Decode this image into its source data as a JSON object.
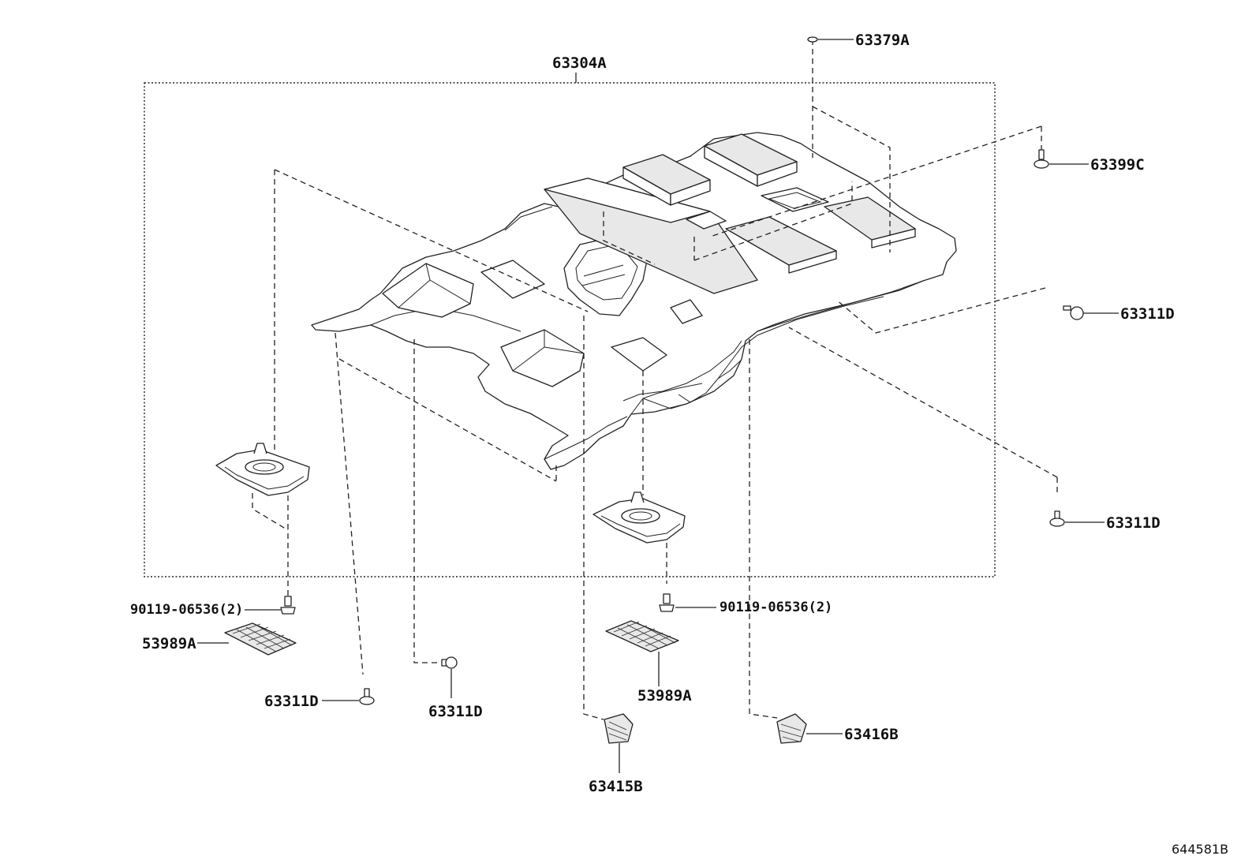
{
  "labels": {
    "headliner": "63304A",
    "clip_top": "63379A",
    "clip_right_top": "63399C",
    "clip_right_mid": "63311D",
    "clip_right_low": "63311D",
    "screw_left": "90119-06536(2)",
    "screw_right": "90119-06536(2)",
    "grille_left": "53989A",
    "grille_right": "53989A",
    "clip_bottom_left": "63311D",
    "clip_bottom_mid": "63311D",
    "pad_front": "63415B",
    "pad_rear": "63416B"
  },
  "reference": "644581B"
}
